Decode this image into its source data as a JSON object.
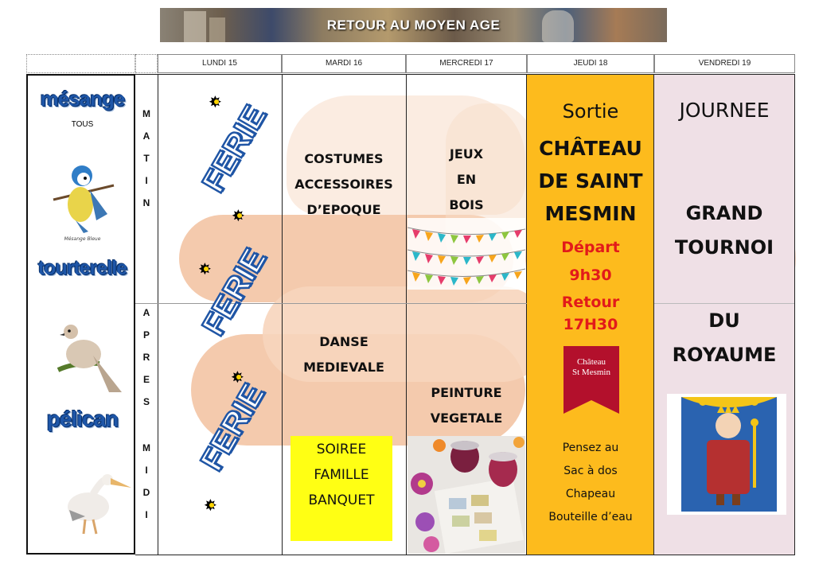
{
  "header": {
    "title": "RETOUR AU MOYEN AGE"
  },
  "days": [
    "LUNDI 15",
    "MARDI 16",
    "MERCREDI 17",
    "JEUDI 18",
    "VENDREDI 19"
  ],
  "periods": {
    "morning": "MATIN",
    "afternoon": "APRES MIDI"
  },
  "groups": [
    {
      "name": "mésange",
      "sub": "TOUS",
      "caption": "Mésange Bleue"
    },
    {
      "name": "tourterelle"
    },
    {
      "name": "pélican"
    }
  ],
  "monday": {
    "label": "FERIE"
  },
  "tuesday": {
    "morning": [
      "COSTUMES",
      "ACCESSOIRES",
      "D’EPOQUE"
    ],
    "afternoon": [
      "DANSE",
      "MEDIEVALE"
    ],
    "evening": [
      "SOIREE",
      "FAMILLE",
      "BANQUET"
    ]
  },
  "wednesday": {
    "morning": [
      "JEUX",
      "EN",
      "BOIS"
    ],
    "afternoon": [
      "PEINTURE",
      "VEGETALE"
    ]
  },
  "thursday": {
    "intro": "Sortie",
    "place": [
      "CHÂTEAU",
      "DE SAINT",
      "MESMIN"
    ],
    "depart": [
      "Départ",
      "9h30"
    ],
    "retour": [
      "Retour",
      "17H30"
    ],
    "logo": [
      "Château",
      "St Mesmin"
    ],
    "notes": [
      "Pensez au",
      "Sac à dos",
      "Chapeau",
      "Bouteille d’eau"
    ]
  },
  "friday": {
    "line1": "JOURNEE",
    "line2": [
      "GRAND",
      "TOURNOI"
    ],
    "line3": [
      "DU",
      "ROYAUME"
    ]
  },
  "colors": {
    "thursday_bg": "#fdbb1d",
    "friday_bg": "#efe0e6",
    "group_blue": "#1e56a8",
    "soiree_bg": "#ffff14",
    "red": "#e21a1a"
  }
}
